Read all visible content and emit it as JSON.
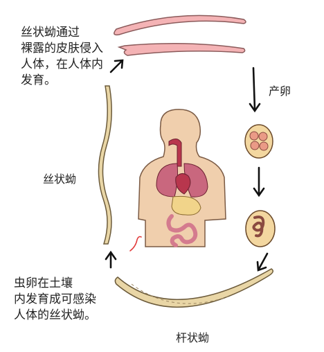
{
  "labels": {
    "top_note": "丝状蚴通过\n裸露的皮肤侵入\n人体，在人体内\n发育。",
    "egg_label": "产卵",
    "filariform_label": "丝状蚴",
    "bottom_note": "虫卵在土壤\n内发育成可感染\n人体的丝状蚴。",
    "rhabditiform_label": "杆状蚴"
  },
  "colors": {
    "worm_pink": "#f4b3b5",
    "worm_outline": "#8a5a5a",
    "larva_tan": "#e9d6a6",
    "egg_fill": "#f3d7a0",
    "egg_inner": "#ea9a86",
    "skin": "#f0cfad",
    "lung": "#c9677e",
    "heart": "#b8364d",
    "stomach": "#f1d48a",
    "intestine": "#d47b8e",
    "arrow": "#111111",
    "accent_red": "#e23a3a"
  }
}
